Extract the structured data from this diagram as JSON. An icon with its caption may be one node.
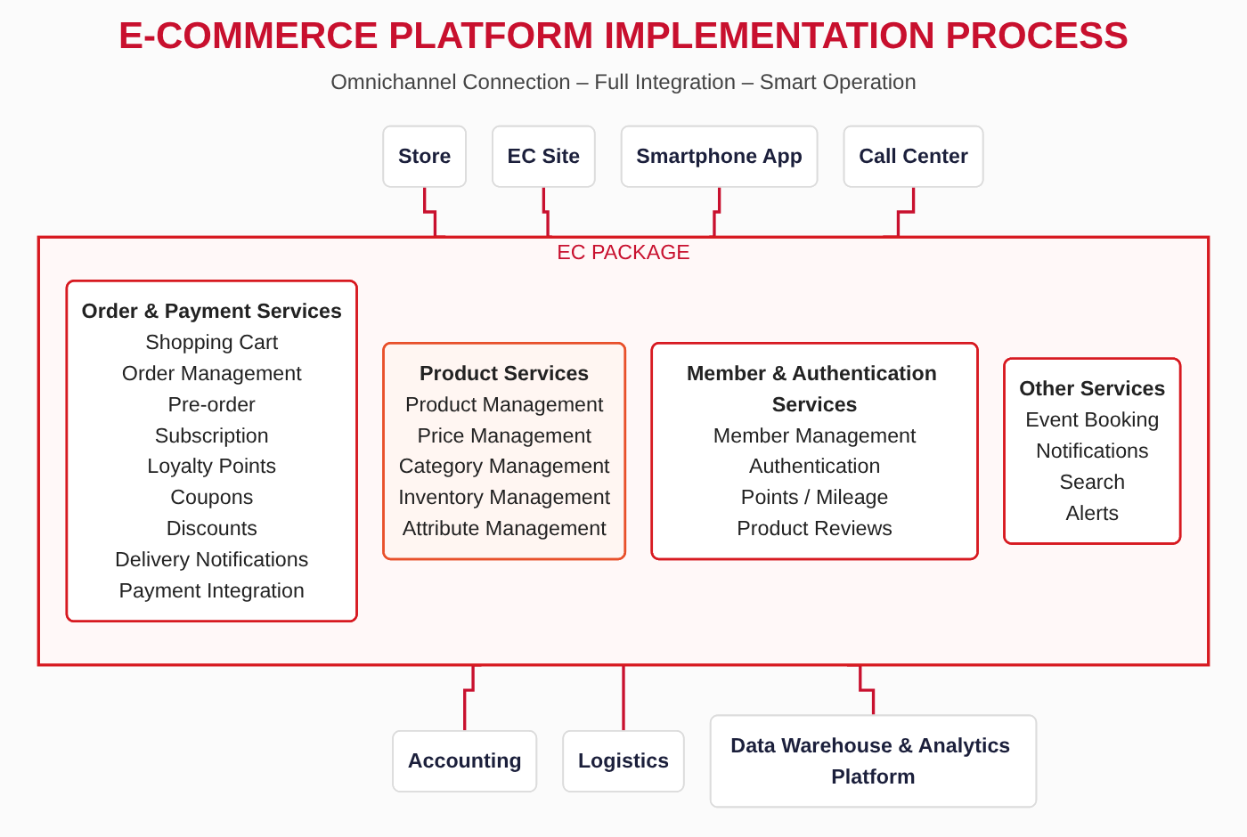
{
  "diagram": {
    "title": "E-COMMERCE PLATFORM IMPLEMENTATION PROCESS",
    "nodes": [
      {
        "text": [
          "Store"
        ]
      },
      {
        "text": [
          "EC Site"
        ]
      },
      {
        "text": [
          "Smartphone App"
        ]
      },
      {
        "text": [
          "Call Center"
        ]
      },
      {
        "text": [
          "EC PACKAGE"
        ]
      },
      {
        "text": [
          "Order & Payment Services",
          "Shopping Cart",
          "Order Management",
          "Pre-order",
          "Subscription",
          "Loyalty Points",
          "Coupons",
          "Discounts",
          "Delivery Notifications",
          "Payment Integration"
        ],
        "in": 4
      },
      {
        "text": [
          "Product Services",
          "Product Management",
          "Price Management",
          "Category Management",
          "Inventory Management",
          "Attribute Management"
        ],
        "in": 4
      },
      {
        "text": [
          "Member & Authentication Services",
          "Member Management",
          "Authentication",
          "Points / Mileage",
          "Product Reviews"
        ],
        "in": 4
      },
      {
        "text": [
          "Other Services",
          "Event Booking",
          "Notifications",
          "Search",
          "Alerts"
        ],
        "in": 4
      },
      {
        "text": [
          "Accounting"
        ]
      },
      {
        "text": [
          "Logistics"
        ]
      },
      {
        "text": [
          "Data Warehouse & Analytics Platform"
        ]
      }
    ],
    "edges": [
      {
        "from": 0,
        "to": 4,
        "arrow": "none"
      },
      {
        "from": 1,
        "to": 4,
        "arrow": "none"
      },
      {
        "from": 2,
        "to": 4,
        "arrow": "none"
      },
      {
        "from": 3,
        "to": 4,
        "arrow": "none"
      },
      {
        "from": 4,
        "to": 9,
        "arrow": "none"
      },
      {
        "from": 4,
        "to": 10,
        "arrow": "none"
      },
      {
        "from": 4,
        "to": 11,
        "arrow": "none"
      }
    ],
    "labels": [
      "Omnichannel Connection – Full Integration – Smart Operation"
    ]
  }
}
